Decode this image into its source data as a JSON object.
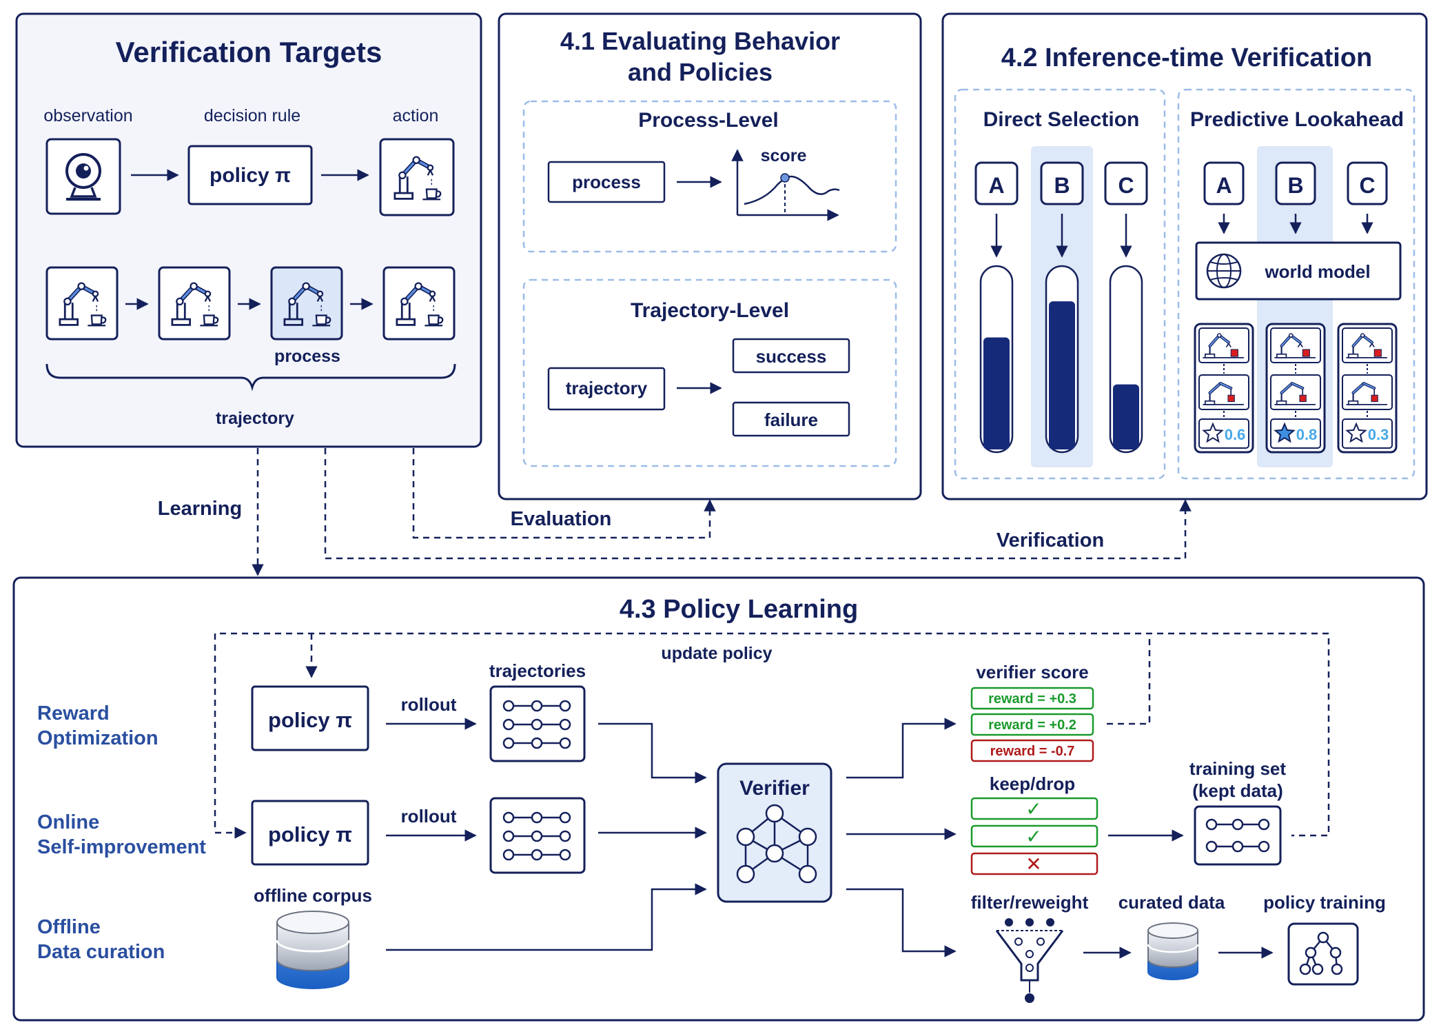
{
  "colors": {
    "navy": "#14205a",
    "bar": "#162a7a",
    "light": "#e3ecf9",
    "dash": "#9cbce8",
    "green": "#1a9a2c",
    "red": "#b01a1a",
    "score": "#47a8e8"
  },
  "targets": {
    "title": "Verification Targets",
    "observation": "observation",
    "decision_rule": "decision rule",
    "action": "action",
    "policy": "policy π",
    "process": "process",
    "trajectory": "trajectory"
  },
  "eval": {
    "title_line1": "4.1 Evaluating Behavior",
    "title_line2": "and Policies",
    "process_level": "Process-Level",
    "process": "process",
    "score": "score",
    "trajectory_level": "Trajectory-Level",
    "trajectory": "trajectory",
    "success": "success",
    "failure": "failure"
  },
  "infer": {
    "title": "4.2  Inference-time Verification",
    "direct_selection": "Direct Selection",
    "predictive_lookahead": "Predictive Lookahead",
    "candidates": [
      "A",
      "B",
      "C"
    ],
    "bar_fill": [
      0.62,
      0.82,
      0.36
    ],
    "world_model": "world model",
    "scores": [
      "0.6",
      "0.8",
      "0.3"
    ]
  },
  "arrows": {
    "learning": "Learning",
    "evaluation": "Evaluation",
    "verification": "Verification"
  },
  "learning": {
    "title": "4.3  Policy Learning",
    "update_policy": "update policy",
    "reward_optimization": [
      "Reward",
      "Optimization"
    ],
    "online": [
      "Online",
      "Self-improvement"
    ],
    "offline": [
      "Offline",
      "Data curation"
    ],
    "policy": "policy π",
    "rollout": "rollout",
    "trajectories": "trajectories",
    "offline_corpus": "offline corpus",
    "verifier": "Verifier",
    "verifier_score": "verifier score",
    "rewards": [
      {
        "label": "reward = +0.3",
        "tone": "good"
      },
      {
        "label": "reward = +0.2",
        "tone": "good"
      },
      {
        "label": "reward = -0.7",
        "tone": "bad"
      }
    ],
    "keep_drop": "keep/drop",
    "keep_marks": [
      "✓",
      "✓",
      "✕"
    ],
    "training_set": [
      "training set",
      "(kept data)"
    ],
    "filter_reweight": "filter/reweight",
    "curated_data": "curated data",
    "policy_training": "policy training"
  }
}
